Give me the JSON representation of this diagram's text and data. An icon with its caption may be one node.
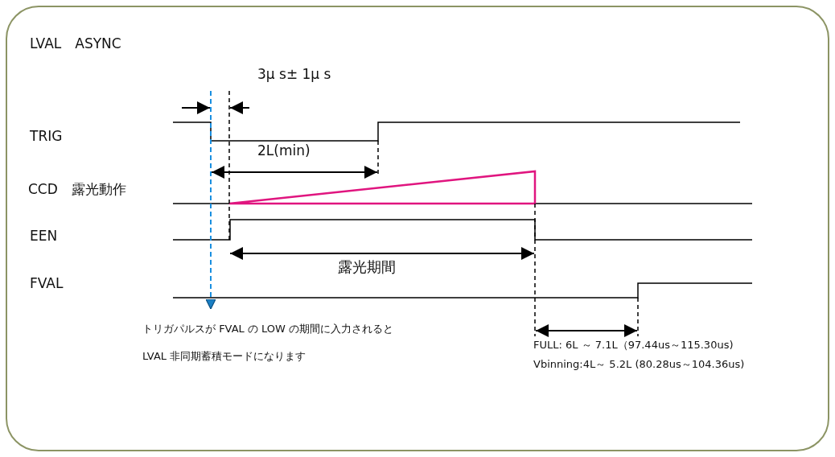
{
  "diagram": {
    "title": "LVAL　ASYNC",
    "labels": [
      "3μ s± 1μ s",
      "TRIG",
      "2L(min)",
      "CCD　露光動作",
      "EEN",
      "露光期間",
      "FVAL",
      "トリガパルスが FVAL の LOW の期間に入力されると",
      "LVAL 非同期蓄積モードになります",
      "FULL: 6L ～ 7.1L（97.44us～115.30us)",
      "Vbinning:4L～ 5.2L (80.28us～104.36us)"
    ]
  }
}
